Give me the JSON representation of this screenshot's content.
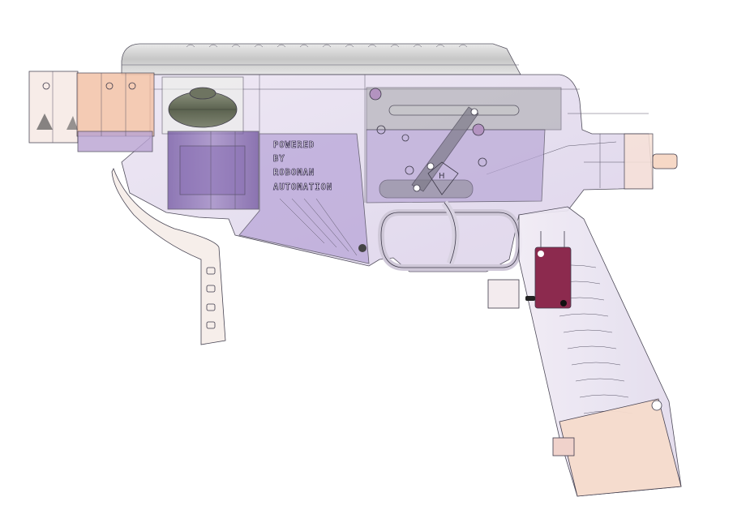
{
  "image": {
    "description": "3D CAD transparent render of a device assembly",
    "stamp_text": {
      "line1": "POWERED",
      "line2": "BY",
      "line3": "ROBOMAN",
      "line4": "AUTOMATION"
    },
    "trigger_module_mark": "H",
    "colors": {
      "background": "#ffffff",
      "body_purple": "#d9cfe8",
      "motor_purple": "#7e5fa8",
      "rail_gray": "#cfcfcf",
      "muzzle_orange": "#f3c2a8",
      "switch_maroon": "#8c2a4e",
      "roller_green": "#6e7461",
      "magazine_peach": "#f6dccd"
    }
  }
}
